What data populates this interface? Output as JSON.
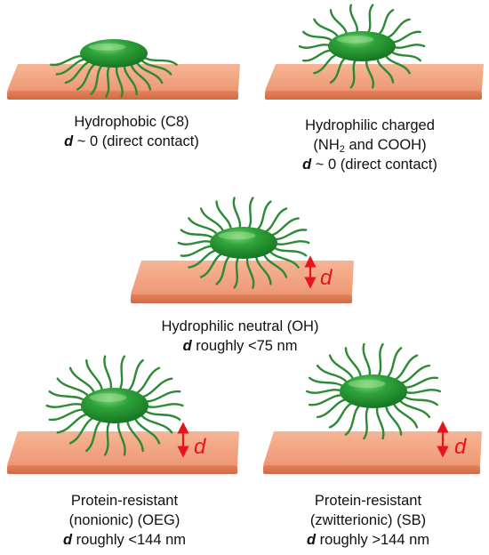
{
  "colors": {
    "slab_top": "#f0a080",
    "slab_front": "#e07b56",
    "bacterium": "#1f8f2c",
    "flagella": "#2c8a34",
    "arrow": "#e8141c",
    "text": "#111111"
  },
  "panels": [
    {
      "id": "hydrophobic",
      "line1": "Hydrophobic (C8)",
      "d_symbol": "d",
      "d_text": " ~ 0 (direct contact)"
    },
    {
      "id": "charged",
      "line1": "Hydrophilic charged",
      "line2_pre": "(NH",
      "line2_sub": "2",
      "line2_post": " and COOH)",
      "d_symbol": "d",
      "d_text": " ~ 0 (direct contact)"
    },
    {
      "id": "neutral",
      "line1": "Hydrophilic neutral (OH)",
      "d_symbol": "d",
      "d_text": " roughly <75 nm",
      "gap_label": "d"
    },
    {
      "id": "oeg",
      "line1": "Protein-resistant",
      "line2": "(nonionic) (OEG)",
      "d_symbol": "d",
      "d_text": " roughly <144 nm",
      "gap_label": "d"
    },
    {
      "id": "sb",
      "line1": "Protein-resistant",
      "line2": "(zwitterionic) (SB)",
      "d_symbol": "d",
      "d_text": " roughly >144 nm",
      "gap_label": "d"
    }
  ]
}
